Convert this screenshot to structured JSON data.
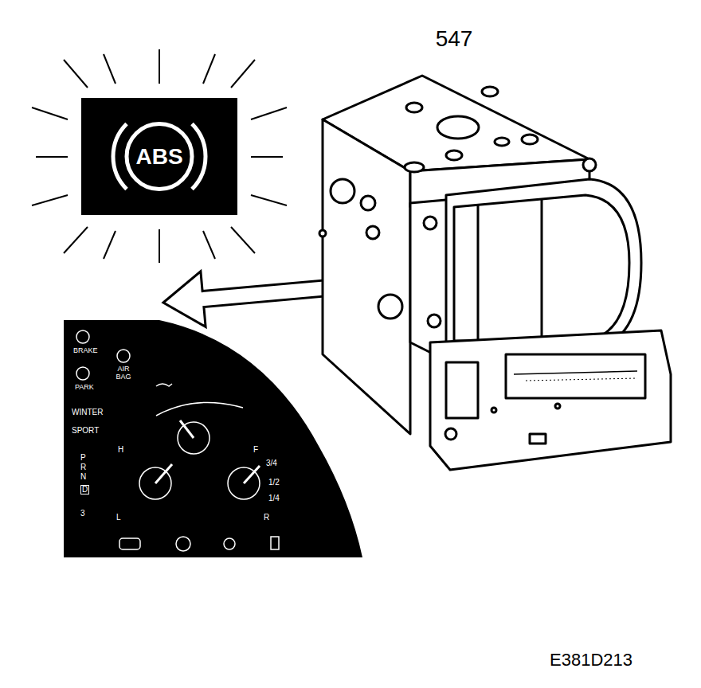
{
  "diagram": {
    "nodes": [
      {
        "text": [
          "ABS"
        ]
      }
    ],
    "labels": [
      "547",
      "BRAKE",
      "PARK",
      "AIR BAG",
      "WINTER",
      "SPORT",
      "P",
      "R",
      "N",
      "D",
      "3",
      "H",
      "L",
      "F",
      "3/4",
      "1/2",
      "1/4",
      "R",
      "E381D213"
    ]
  }
}
